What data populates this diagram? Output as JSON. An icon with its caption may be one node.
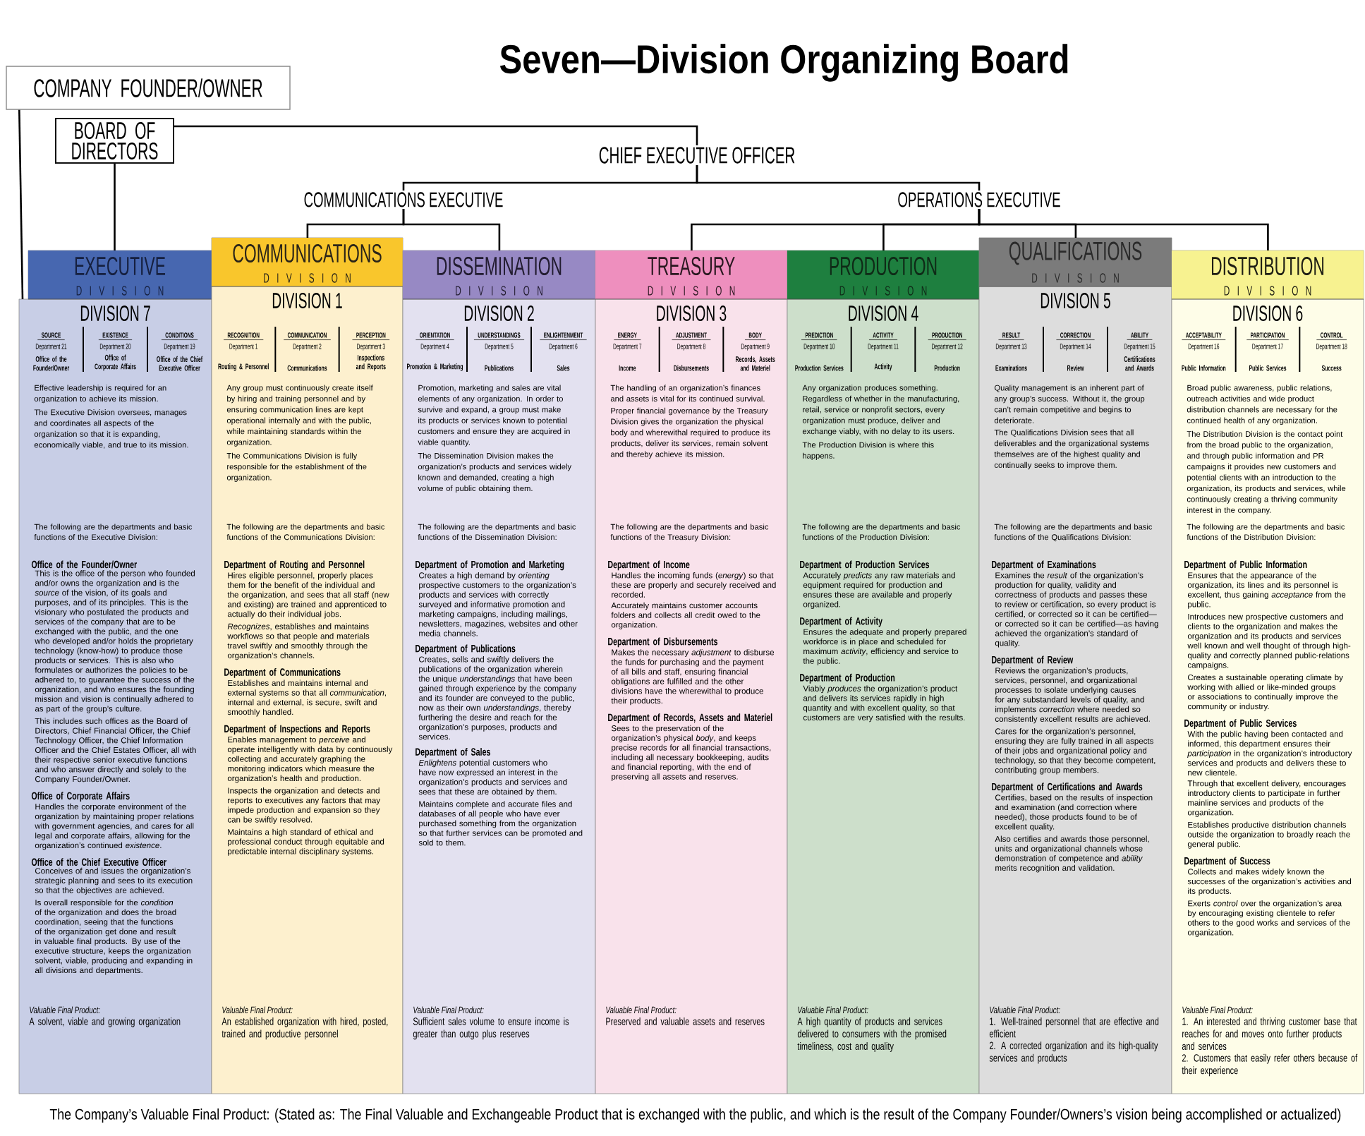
{
  "diagram": {
    "title": "Seven—Division Organizing Board",
    "nodes": [
      {
        "text": [
          "COMPANY FOUNDER/OWNER"
        ]
      },
      {
        "text": [
          "BOARD OF DIRECTORS"
        ]
      },
      {
        "text": [
          "CHIEF EXECUTIVE OFFICER"
        ]
      },
      {
        "text": [
          "COMMUNICATIONS EXECUTIVE"
        ]
      },
      {
        "text": [
          "OPERATIONS EXECUTIVE"
        ]
      },
      {
        "text": [
          "EXECUTIVE",
          "D I V I S I O N",
          "DIVISION 7",
          "SOURCE",
          "Department 21",
          "Office of the Founder/Owner",
          "EXISTENCE",
          "Department 20",
          "Office of Corporate Affairs",
          "CONDITIONS",
          "Department 19",
          "Office of the Chief Executive Officer",
          "Effective leadership is required for an organization to achieve its mission.",
          "The Executive Division oversees, manages and coordinates all aspects of the organization so that it is expanding, economically viable, and true to its mission.",
          "The following are the departments and basic functions of the Executive Division:",
          "Office of the Founder/Owner",
          "This is the office of the person who founded and/or owns the organization and is the *source* of the vision, of its goals and purposes, and of its principles. This is the visionary who postulated the products and services of the company that are to be exchanged with the public, and the one who developed and/or holds the proprietary technology (know-how) to produce those products or services. This is also who formulates or authorizes the policies to be adhered to, to guarantee the success of the organization, and who ensures the founding mission and vision is continually adhered to as part of the group’s culture.",
          "This includes such offices as the Board of Directors, Chief Financial Officer, the Chief Technology Officer, the Chief Information Officer and the Chief Estates Officer, all with their respective senior executive functions and who answer directly and solely to the Company Founder/Owner.",
          "Office of Corporate Affairs",
          "Handles the corporate environment of the organization by maintaining proper relations with government agencies, and cares for all legal and corporate affairs, allowing for the organization’s continued *existence*.",
          "Office of the Chief Executive Officer",
          "Conceives of and issues the organization’s strategic planning and sees to its execution so that the objectives are achieved.",
          "Is overall responsible for the *condition* of the organization and does the broad coordination, seeing that the functions of the organization get done and result in valuable final products. By use of the executive structure, keeps the organization solvent, viable, producing and expanding in all divisions and departments.",
          "Valuable Final Product:",
          "A solvent, viable and growing organization"
        ]
      },
      {
        "text": [
          "COMMUNICATIONS",
          "D I V I S I O N",
          "DIVISION 1",
          "RECOGNITION",
          "Department 1",
          "Routing & Personnel",
          "COMMUNICATION",
          "Department 2",
          "Communications",
          "PERCEPTION",
          "Department 3",
          "Inspections and Reports",
          "Any group must continuously create itself by hiring and training personnel and by ensuring communication lines are kept operational internally and with the public, while maintaining standards within the organization.",
          "The Communications Division is fully responsible for the establishment of the organization.",
          "The following are the departments and basic functions of the Communications Division:",
          "Department of Routing and Personnel",
          "Hires eligible personnel, properly places them for the benefit of the individual and the organization, and sees that all staff (new and existing) are trained and apprenticed to actually do their individual jobs.",
          "*Recognizes*, establishes and maintains workflows so that people and materials travel swiftly and smoothly through the organization’s channels.",
          "Department of Communications",
          "Establishes and maintains internal and external systems so that all *communication*, internal and external, is secure, swift and smoothly handled.",
          "Department of Inspections and Reports",
          "Enables management to *perceive* and operate intelligently with data by continuously collecting and accurately graphing the monitoring indicators which measure the organization’s health and production.",
          "Inspects the organization and detects and reports to executives any factors that may impede production and expansion so they can be swiftly resolved.",
          "Maintains a high standard of ethical and professional conduct through equitable and predictable internal disciplinary systems.",
          "Valuable Final Product:",
          "An established organization with hired, posted, trained and productive personnel"
        ]
      },
      {
        "text": [
          "DISSEMINATION",
          "D I V I S I O N",
          "DIVISION 2",
          "ORIENTATION",
          "Department 4",
          "Promotion & Marketing",
          "UNDERSTANDINGS",
          "Department 5",
          "Publications",
          "ENLIGHTENMENT",
          "Department 6",
          "Sales",
          "Promotion, marketing and sales are vital elements of any organization. In order to survive and expand, a group must make its products or services known to potential customers and ensure they are acquired in viable quantity.",
          "The Dissemination Division makes the organization’s products and services widely known and demanded, creating a high volume of public obtaining them.",
          "The following are the departments and basic functions of the Dissemination Division:",
          "Department of Promotion and Marketing",
          "Creates a high demand by *orienting* prospective customers to the organization’s products and services with correctly surveyed and informative promotion and marketing campaigns, including mailings, newsletters, magazines, websites and other media channels.",
          "Department of Publications",
          "Creates, sells and swiftly delivers the publications of the organization wherein the unique *understandings* that have been gained through experience by the company and its founder are conveyed to the public, now as their own *understandings*, thereby furthering the desire and reach for the organization’s purposes, products and services.",
          "Department of Sales",
          "*Enlightens* potential customers who have now expressed an interest in the organization’s products and services and sees that these are obtained by them.",
          "Maintains complete and accurate files and databases of all people who have ever purchased something from the organization so that further services can be promoted and sold to them.",
          "Valuable Final Product:",
          "Sufficient sales volume to ensure income is greater than outgo plus reserves"
        ]
      },
      {
        "text": [
          "TREASURY",
          "D I V I S I O N",
          "DIVISION 3",
          "ENERGY",
          "Department 7",
          "Income",
          "ADJUSTMENT",
          "Department 8",
          "Disbursements",
          "BODY",
          "Department 9",
          "Records, Assets and Materiel",
          "The handling of an organization’s finances and assets is vital for its continued survival.",
          "Proper financial governance by the Treasury Division gives the organization the physical body and wherewithal required to produce its products, deliver its services, remain solvent and thereby achieve its mission.",
          "The following are the departments and basic functions of the Treasury Division:",
          "Department of Income",
          "Handles the incoming funds (*energy*) so that these are properly and securely received and recorded.",
          "Accurately maintains customer accounts folders and collects all credit owed to the organization.",
          "Department of Disbursements",
          "Makes the necessary *adjustment* to disburse the funds for purchasing and the payment of all bills and staff, ensuring financial obligations are fulfilled and the other divisions have the wherewithal to produce their products.",
          "Department of Records, Assets and Materiel",
          "Sees to the preservation of the organization’s physical *body*, and keeps precise records for all financial transactions, including all necessary bookkeeping, audits and financial reporting, with the end of preserving all assets and reserves.",
          "Valuable Final Product:",
          "Preserved and valuable assets and reserves"
        ]
      },
      {
        "text": [
          "PRODUCTION",
          "D I V I S I O N",
          "DIVISION 4",
          "PREDICTION",
          "Department 10",
          "Production Services",
          "ACTIVITY",
          "Department 11",
          "Activity",
          "PRODUCTION",
          "Department 12",
          "Production",
          "Any organization produces something. Regardless of whether in the manufacturing, retail, service or nonprofit sectors, every organization must produce, deliver and exchange viably, with no delay to its users.",
          "The Production Division is where this happens.",
          "The following are the departments and basic functions of the Production Division:",
          "Department of Production Services",
          "Accurately *predicts* any raw materials and equipment required for production and ensures these are available and properly organized.",
          "Department of Activity",
          "Ensures the adequate and properly prepared workforce is in place and scheduled for maximum *activity*, efficiency and service to the public.",
          "Department of Production",
          "Viably *produces* the organization’s product and delivers its services rapidly in high quantity and with excellent quality, so that customers are very satisfied with the results.",
          "Valuable Final Product:",
          "A high quantity of products and services delivered to consumers with the promised timeliness, cost and quality"
        ]
      },
      {
        "text": [
          "QUALIFICATIONS",
          "D I V I S I O N",
          "DIVISION 5",
          "RESULT",
          "Department 13",
          "Examinations",
          "CORRECTION",
          "Department 14",
          "Review",
          "ABILITY",
          "Department 15",
          "Certifications and Awards",
          "Quality management is an inherent part of any group’s success. Without it, the group can’t remain competitive and begins to deteriorate.",
          "The Qualifications Division sees that all deliverables and the organizational systems themselves are of the highest quality and continually seeks to improve them.",
          "The following are the departments and basic functions of the Qualifications Division:",
          "Department of Examinations",
          "Examines the *result* of the organization’s production for quality, validity and correctness of products and passes these to review or certification, so every product is certified, or corrected so it can be certified—or corrected so it can be certified—as having achieved the organization’s standard of quality.",
          "Department of Review",
          "Reviews the organization’s products, services, personnel, and organizational processes to isolate underlying causes for any substandard levels of quality, and implements *correction* where needed so consistently excellent results are achieved.",
          "Cares for the organization’s personnel, ensuring they are fully trained in all aspects of their jobs and organizational policy and technology, so that they become competent, contributing group members.",
          "Department of Certifications and Awards",
          "Certifies, based on the results of inspection and examination (and correction where needed), those products found to be of excellent quality.",
          "Also certifies and awards those personnel, units and organizational channels whose demonstration of competence and *ability* merits recognition and validation.",
          "Valuable Final Product:",
          "1. Well-trained personnel that are effective and efficient",
          "2. A corrected organization and its high-quality services and products"
        ]
      },
      {
        "text": [
          "DISTRIBUTION",
          "D I V I S I O N",
          "DIVISION 6",
          "ACCEPTABILITY",
          "Department 16",
          "Public Information",
          "PARTICIPATION",
          "Department 17",
          "Public Services",
          "CONTROL",
          "Department 18",
          "Success",
          "Broad public awareness, public relations, outreach activities and wide product distribution channels are necessary for the continued health of any organization.",
          "The Distribution Division is the contact point from the broad public to the organization, and through public information and PR campaigns it provides new customers and potential clients with an introduction to the organization, its products and services, while continuously creating a thriving community interest in the company.",
          "The following are the departments and basic functions of the Distribution Division:",
          "Department of Public Information",
          "Ensures that the appearance of the organization, its lines and its personnel is excellent, thus gaining *acceptance* from the public.",
          "Introduces new prospective customers and clients to the organization and makes the organization and its products and services well known and well thought of through high-quality and correctly planned public-relations campaigns.",
          "Creates a sustainable operating climate by working with allied or like-minded groups or associations to continually improve the community or industry.",
          "Department of Public Services",
          "With the public having been contacted and informed, this department ensures their *participation* in the organization’s introductory services and products and delivers these to new clientele.",
          "Through that excellent delivery, encourages introductory clients to participate in further mainline services and products of the organization.",
          "Establishes productive distribution channels outside the organization to broadly reach the general public.",
          "Department of Success",
          "Collects and makes widely known the successes of the organization’s activities and its products.",
          "Exerts *control* over the organization’s area by encouraging existing clientele to refer others to the good works and services of the organization.",
          "Valuable Final Product:",
          "1. An interested and thriving customer base that reaches for and moves onto further products and services",
          "2. Customers that easily refer others because of their experience"
        ]
      }
    ],
    "edges": [
      {
        "from": 0,
        "to": 5,
        "arrow": "none"
      },
      {
        "from": 1,
        "to": 2,
        "arrow": "none"
      },
      {
        "from": 1,
        "to": 5,
        "arrow": "none"
      },
      {
        "from": 2,
        "to": 3,
        "arrow": "none"
      },
      {
        "from": 2,
        "to": 4,
        "arrow": "none"
      },
      {
        "from": 3,
        "to": 6,
        "arrow": "none"
      },
      {
        "from": 3,
        "to": 7,
        "arrow": "none"
      },
      {
        "from": 4,
        "to": 8,
        "arrow": "none"
      },
      {
        "from": 4,
        "to": 9,
        "arrow": "none"
      },
      {
        "from": 4,
        "to": 10,
        "arrow": "none"
      },
      {
        "from": 4,
        "to": 11,
        "arrow": "none"
      }
    ],
    "labels": [
      "The Company’s Valuable Final Product: (Stated as: The Final Valuable and Exchangeable Product that is exchanged with the public, and which is the result of the Company Founder/Owners’s vision being accomplished or actualized)"
    ]
  }
}
